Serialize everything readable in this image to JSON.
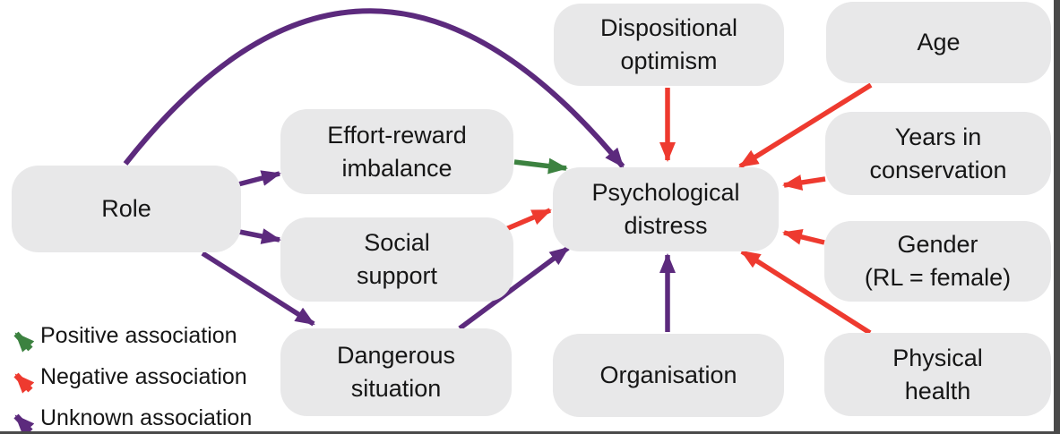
{
  "figure": {
    "description": "Path diagram of factors associated with psychological distress"
  },
  "colors": {
    "positive": "#3c8240",
    "negative": "#ee3a2f",
    "unknown": "#5c2a7d",
    "node_fill": "#e8e8e9",
    "text": "#161616",
    "frame": "#4a4a4a"
  },
  "nodes": [
    {
      "id": "role",
      "label": "Role"
    },
    {
      "id": "effort-reward-imbalance",
      "label": "Effort-reward\nimbalance"
    },
    {
      "id": "social-support",
      "label": "Social\nsupport"
    },
    {
      "id": "dangerous-situation",
      "label": "Dangerous\nsituation"
    },
    {
      "id": "dispositional-optimism",
      "label": "Dispositional\noptimism"
    },
    {
      "id": "psychological-distress",
      "label": "Psychological\ndistress"
    },
    {
      "id": "organisation",
      "label": "Organisation"
    },
    {
      "id": "age",
      "label": "Age"
    },
    {
      "id": "years-in-conservation",
      "label": "Years in\nconservation"
    },
    {
      "id": "gender",
      "label": "Gender\n(RL = female)"
    },
    {
      "id": "physical-health",
      "label": "Physical\nhealth"
    }
  ],
  "edges": [
    {
      "from": "Role",
      "to": "Psychological distress",
      "association": "unknown"
    },
    {
      "from": "Role",
      "to": "Effort-reward imbalance",
      "association": "unknown"
    },
    {
      "from": "Role",
      "to": "Social support",
      "association": "unknown"
    },
    {
      "from": "Role",
      "to": "Dangerous situation",
      "association": "unknown"
    },
    {
      "from": "Effort-reward imbalance",
      "to": "Psychological distress",
      "association": "positive"
    },
    {
      "from": "Social support",
      "to": "Psychological distress",
      "association": "negative"
    },
    {
      "from": "Dangerous situation",
      "to": "Psychological distress",
      "association": "unknown"
    },
    {
      "from": "Dispositional optimism",
      "to": "Psychological distress",
      "association": "negative"
    },
    {
      "from": "Age",
      "to": "Psychological distress",
      "association": "negative"
    },
    {
      "from": "Years in conservation",
      "to": "Psychological distress",
      "association": "negative"
    },
    {
      "from": "Gender (RL = female)",
      "to": "Psychological distress",
      "association": "negative"
    },
    {
      "from": "Physical health",
      "to": "Psychological distress",
      "association": "negative"
    },
    {
      "from": "Organisation",
      "to": "Psychological distress",
      "association": "unknown"
    }
  ],
  "legend": {
    "items": [
      {
        "label": "Positive association",
        "association": "positive"
      },
      {
        "label": "Negative association",
        "association": "negative"
      },
      {
        "label": "Unknown association",
        "association": "unknown"
      }
    ]
  }
}
